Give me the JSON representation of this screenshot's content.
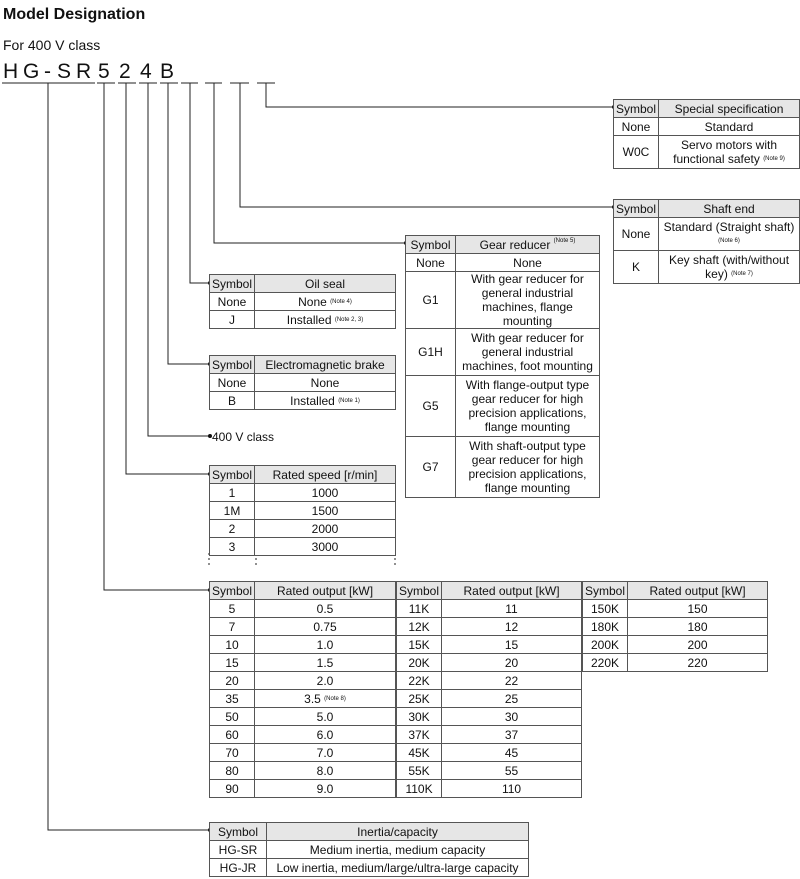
{
  "title": "Model Designation",
  "subtitle": "For 400 V class",
  "model_chars": [
    "H",
    "G",
    "-",
    "S",
    "R",
    "5",
    "2",
    "4",
    "B"
  ],
  "class_label": "400 V class",
  "special_spec": {
    "headers": [
      "Symbol",
      "Special specification"
    ],
    "rows": [
      {
        "sym": "None",
        "desc": "Standard",
        "note": ""
      },
      {
        "sym": "W0C",
        "desc": "Servo motors with functional safety",
        "note": "(Note 9)"
      }
    ]
  },
  "shaft_end": {
    "headers": [
      "Symbol",
      "Shaft end"
    ],
    "rows": [
      {
        "sym": "None",
        "desc": "Standard (Straight shaft)",
        "note": "(Note 6)"
      },
      {
        "sym": "K",
        "desc": "Key shaft (with/without key)",
        "note": "(Note 7)"
      }
    ]
  },
  "gear_reducer": {
    "headers": [
      "Symbol",
      "Gear reducer"
    ],
    "header_note": "(Note 5)",
    "rows": [
      {
        "sym": "None",
        "desc": "None"
      },
      {
        "sym": "G1",
        "desc": "With gear reducer for general industrial machines, flange mounting"
      },
      {
        "sym": "G1H",
        "desc": "With gear reducer for general industrial machines, foot mounting"
      },
      {
        "sym": "G5",
        "desc": "With flange-output type gear reducer for high precision applications, flange mounting"
      },
      {
        "sym": "G7",
        "desc": "With shaft-output type gear reducer for high precision applications, flange mounting"
      }
    ]
  },
  "oil_seal": {
    "headers": [
      "Symbol",
      "Oil seal"
    ],
    "rows": [
      {
        "sym": "None",
        "desc": "None",
        "note": "(Note 4)"
      },
      {
        "sym": "J",
        "desc": "Installed",
        "note": "(Note 2, 3)"
      }
    ]
  },
  "brake": {
    "headers": [
      "Symbol",
      "Electromagnetic brake"
    ],
    "rows": [
      {
        "sym": "None",
        "desc": "None",
        "note": ""
      },
      {
        "sym": "B",
        "desc": "Installed",
        "note": "(Note 1)"
      }
    ]
  },
  "rated_speed": {
    "headers": [
      "Symbol",
      "Rated speed [r/min]"
    ],
    "rows": [
      {
        "sym": "1",
        "val": "1000"
      },
      {
        "sym": "1M",
        "val": "1500"
      },
      {
        "sym": "2",
        "val": "2000"
      },
      {
        "sym": "3",
        "val": "3000"
      }
    ]
  },
  "rated_output": {
    "headers": [
      "Symbol",
      "Rated output [kW]"
    ],
    "col1": [
      {
        "sym": "5",
        "val": "0.5",
        "note": ""
      },
      {
        "sym": "7",
        "val": "0.75",
        "note": ""
      },
      {
        "sym": "10",
        "val": "1.0",
        "note": ""
      },
      {
        "sym": "15",
        "val": "1.5",
        "note": ""
      },
      {
        "sym": "20",
        "val": "2.0",
        "note": ""
      },
      {
        "sym": "35",
        "val": "3.5",
        "note": "(Note 8)"
      },
      {
        "sym": "50",
        "val": "5.0",
        "note": ""
      },
      {
        "sym": "60",
        "val": "6.0",
        "note": ""
      },
      {
        "sym": "70",
        "val": "7.0",
        "note": ""
      },
      {
        "sym": "80",
        "val": "8.0",
        "note": ""
      },
      {
        "sym": "90",
        "val": "9.0",
        "note": ""
      }
    ],
    "col2": [
      {
        "sym": "11K",
        "val": "11"
      },
      {
        "sym": "12K",
        "val": "12"
      },
      {
        "sym": "15K",
        "val": "15"
      },
      {
        "sym": "20K",
        "val": "20"
      },
      {
        "sym": "22K",
        "val": "22"
      },
      {
        "sym": "25K",
        "val": "25"
      },
      {
        "sym": "30K",
        "val": "30"
      },
      {
        "sym": "37K",
        "val": "37"
      },
      {
        "sym": "45K",
        "val": "45"
      },
      {
        "sym": "55K",
        "val": "55"
      },
      {
        "sym": "110K",
        "val": "110"
      }
    ],
    "col3": [
      {
        "sym": "150K",
        "val": "150"
      },
      {
        "sym": "180K",
        "val": "180"
      },
      {
        "sym": "200K",
        "val": "200"
      },
      {
        "sym": "220K",
        "val": "220"
      }
    ]
  },
  "inertia": {
    "headers": [
      "Symbol",
      "Inertia/capacity"
    ],
    "rows": [
      {
        "sym": "HG-SR",
        "desc": "Medium inertia, medium capacity"
      },
      {
        "sym": "HG-JR",
        "desc": "Low inertia, medium/large/ultra-large capacity"
      }
    ]
  }
}
